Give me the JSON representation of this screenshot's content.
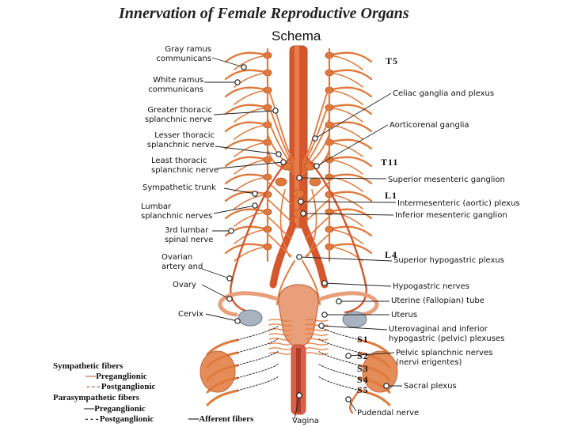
{
  "title": "Innervation of Female Reproductive Organs",
  "subtitle": "Schema",
  "left_labels": [
    "Gray ramus\ncommunicans",
    "White ramus\ncommunicans",
    "Greater thoracic\nsplanchnic nerve",
    "Lesser thoracic\nsplanchnic nerve",
    "Least thoracic\nsplanchnic nerve",
    "Sympathetic trunk",
    "Lumbar\nsplanchnic nerves",
    "3rd lumbar\nspinal nerve",
    "Ovarian\nartery and",
    "Ovary",
    "Cervix"
  ],
  "right_labels": [
    "Celiac ganglia and plexus",
    "Aorticorenal ganglia",
    "Superior mesenteric ganglion",
    "Intermesenteric (aortic) plexus",
    "Inferior mesenteric ganglion",
    "Superior hypogastric plexus",
    "Hypogastric nerves",
    "Uterine (Fallopian) tube",
    "Uterus",
    "Uterovaginal and inferior\nhypogastric (pelvic) plexuses",
    "Pelvic splanchnic nerves\n(nervi erigentes)",
    "Sacral plexus",
    "Pudendal nerve",
    "Vagina"
  ],
  "segments": [
    "T5",
    "T11",
    "L1",
    "L4",
    "S1",
    "S2",
    "S3",
    "S4",
    "S5"
  ],
  "legend": {
    "sympathetic_title": "Sympathetic fibers",
    "sym_pre": "Preganglionic",
    "sym_post": "Postganglionic",
    "parasympathetic_title": "Parasympathetic fibers",
    "para_pre": "Preganglionic",
    "para_post": "Postganglionic",
    "afferent": "Afferent fibers",
    "sym_pre_mark": "——",
    "sym_post_mark": "---",
    "para_pre_mark": "——",
    "para_post_mark": "---",
    "afferent_mark": "——"
  },
  "colors": {
    "nerve": "#e07a3c",
    "nerve_dark": "#b9532a",
    "vessel": "#d4572e",
    "organ": "#e9a07a",
    "ovary": "#a9b3c0",
    "text": "#111111"
  }
}
